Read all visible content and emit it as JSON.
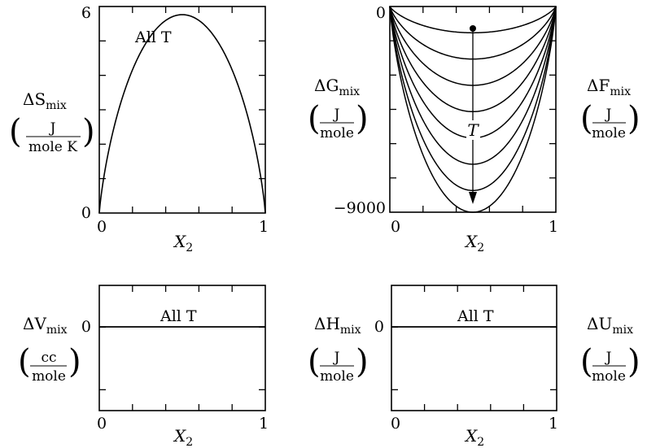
{
  "chart_data": [
    {
      "id": "entropy",
      "type": "line",
      "ylabel": {
        "symbol": "ΔS",
        "sub": "mix",
        "unit_num": "J",
        "unit_den": "mole K"
      },
      "xlabel": {
        "symbol": "X",
        "sub": "2"
      },
      "x_ticks": [
        "0",
        "1"
      ],
      "y_ticks": [
        "0",
        "6"
      ],
      "xlim": [
        0,
        1
      ],
      "ylim": [
        0,
        6
      ],
      "annotation": "All T",
      "series": [
        {
          "x": [
            0,
            0.05,
            0.1,
            0.2,
            0.3,
            0.4,
            0.5,
            0.6,
            0.7,
            0.8,
            0.9,
            0.95,
            1
          ],
          "y": [
            0,
            1.65,
            2.7,
            4.16,
            5.08,
            5.6,
            5.76,
            5.6,
            5.08,
            4.16,
            2.7,
            1.65,
            0
          ]
        }
      ]
    },
    {
      "id": "gibbs",
      "type": "line",
      "ylabel": {
        "symbol": "ΔG",
        "sub": "mix",
        "unit_num": "J",
        "unit_den": "mole"
      },
      "ylabel_right": {
        "symbol": "ΔF",
        "sub": "mix",
        "unit_num": "J",
        "unit_den": "mole"
      },
      "xlabel": {
        "symbol": "X",
        "sub": "2"
      },
      "x_ticks": [
        "0",
        "1"
      ],
      "y_ticks": [
        "0",
        "−9000"
      ],
      "xlim": [
        0,
        1
      ],
      "ylim": [
        -9000,
        0
      ],
      "arrow_label": "T",
      "minima": [
        -1150,
        -2300,
        -3450,
        -4600,
        -5750,
        -6900,
        -8050,
        -9000
      ]
    },
    {
      "id": "volume",
      "type": "line",
      "ylabel": {
        "symbol": "ΔV",
        "sub": "mix",
        "unit_num": "cc",
        "unit_den": "mole"
      },
      "xlabel": {
        "symbol": "X",
        "sub": "2"
      },
      "x_ticks": [
        "0",
        "1"
      ],
      "y_ticks": [
        "0"
      ],
      "annotation": "All T",
      "series": [
        {
          "x": [
            0,
            1
          ],
          "y": [
            0,
            0
          ]
        }
      ]
    },
    {
      "id": "enthalpy",
      "type": "line",
      "ylabel": {
        "symbol": "ΔH",
        "sub": "mix",
        "unit_num": "J",
        "unit_den": "mole"
      },
      "ylabel_right": {
        "symbol": "ΔU",
        "sub": "mix",
        "unit_num": "J",
        "unit_den": "mole"
      },
      "xlabel": {
        "symbol": "X",
        "sub": "2"
      },
      "x_ticks": [
        "0",
        "1"
      ],
      "y_ticks": [
        "0"
      ],
      "annotation": "All T",
      "series": [
        {
          "x": [
            0,
            1
          ],
          "y": [
            0,
            0
          ]
        }
      ]
    }
  ]
}
